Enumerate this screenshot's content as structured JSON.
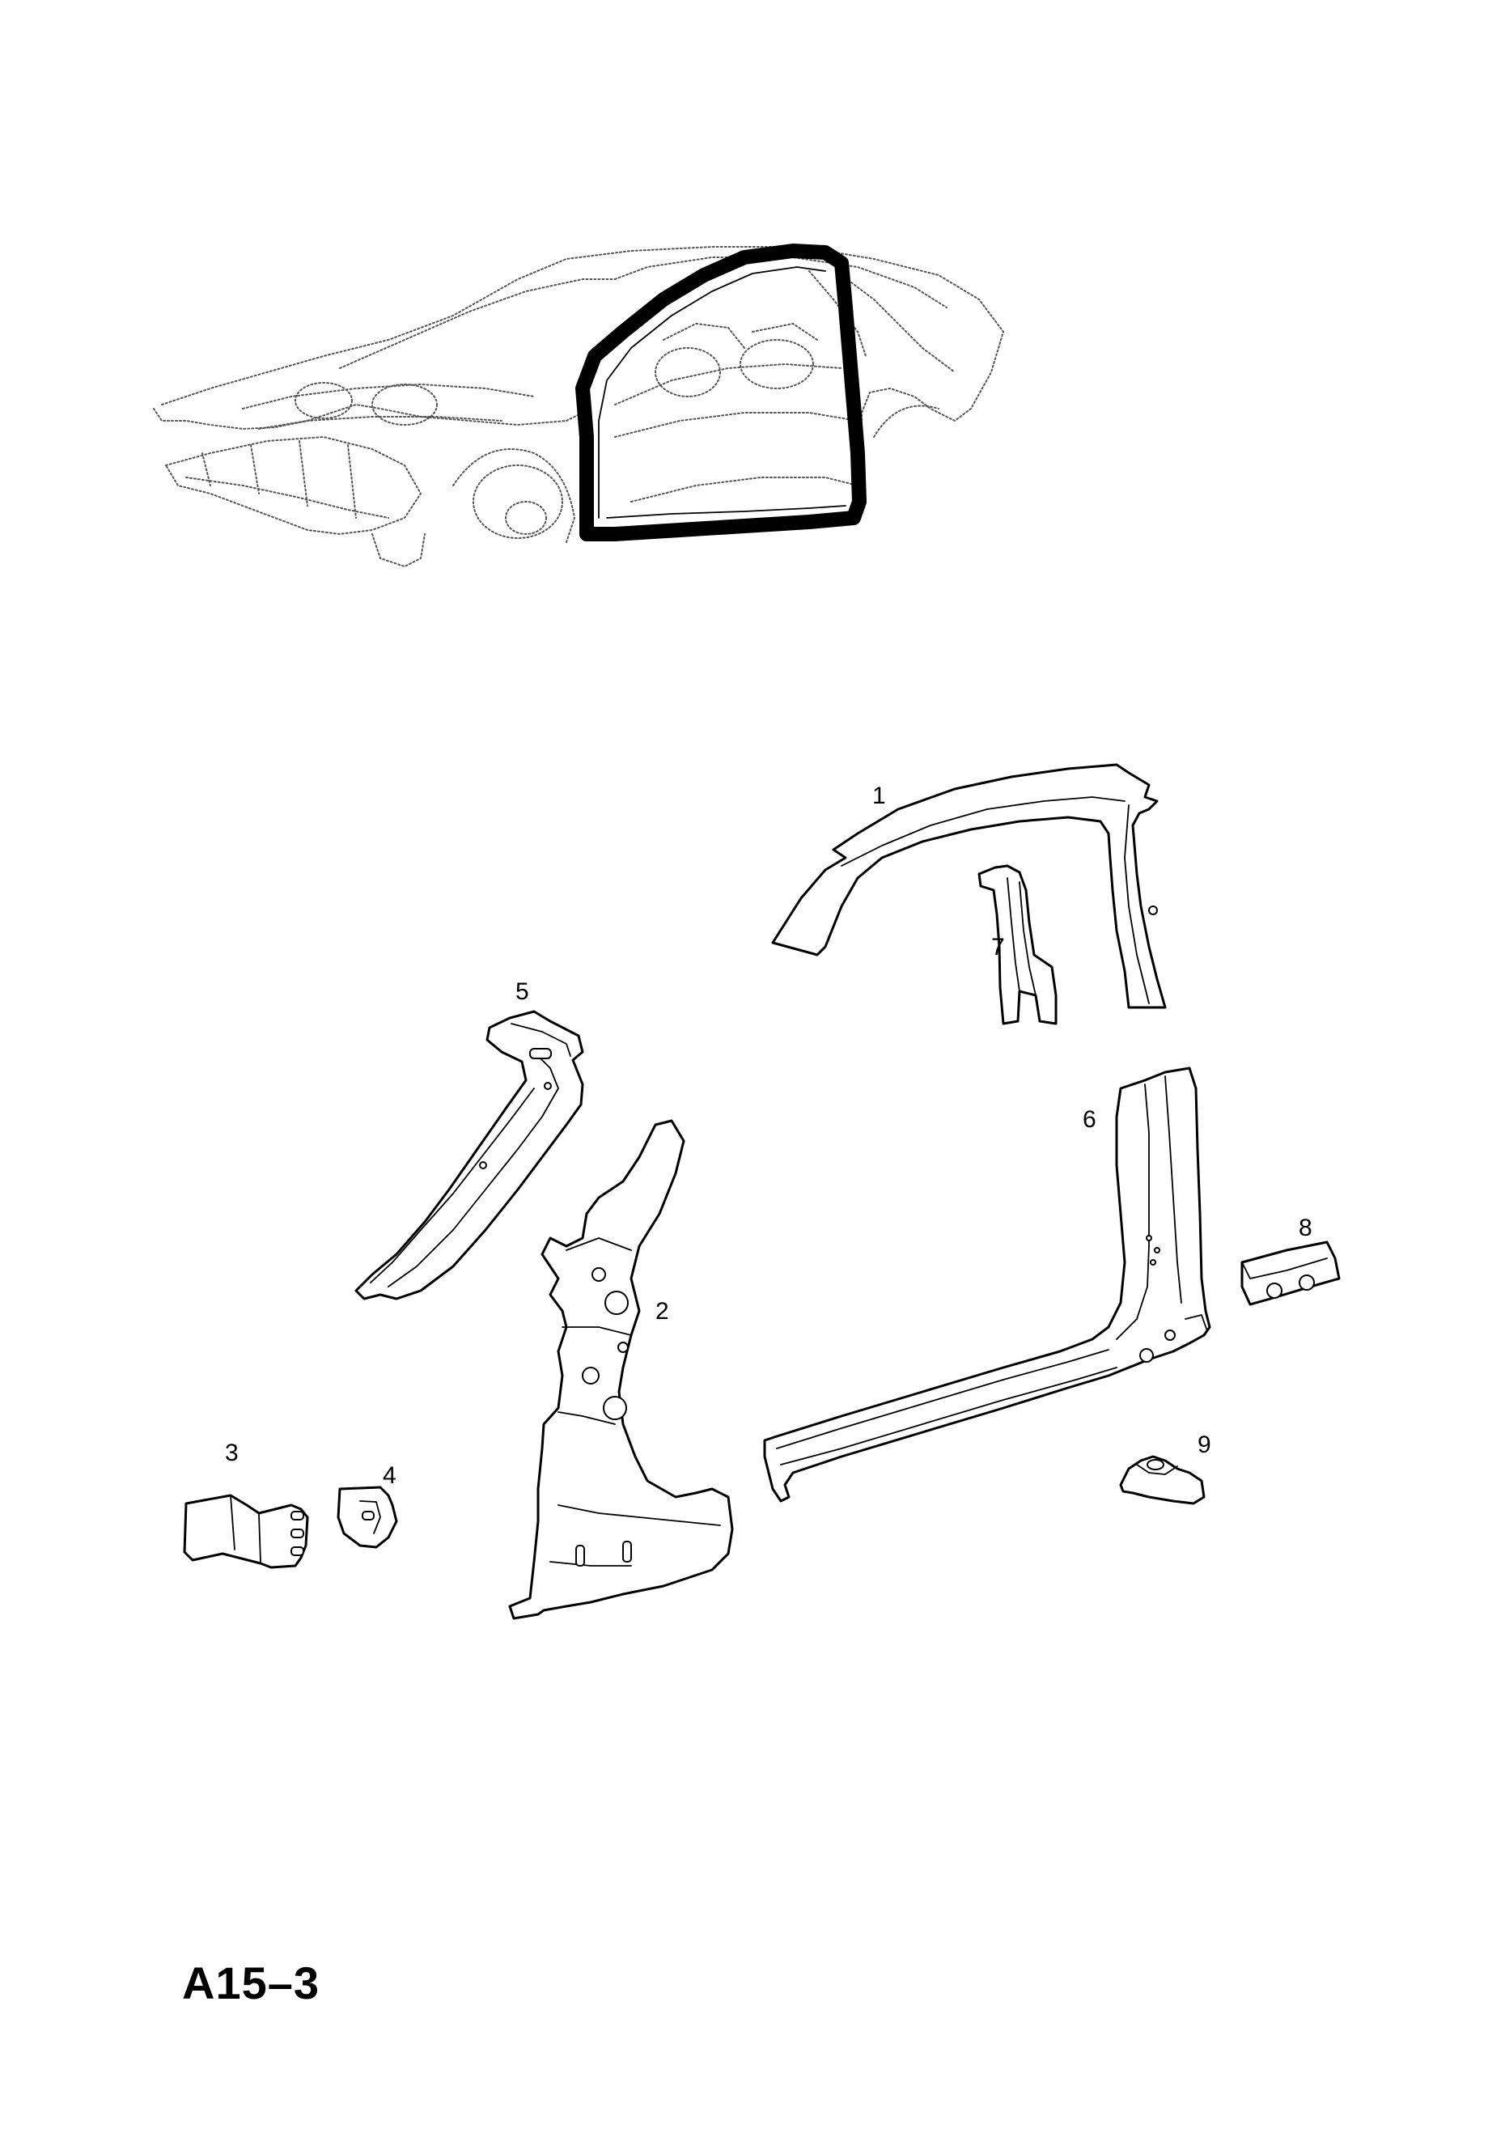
{
  "page_code": "A15–3",
  "parts": [
    {
      "number": "1"
    },
    {
      "number": "2"
    },
    {
      "number": "3"
    },
    {
      "number": "4"
    },
    {
      "number": "5"
    },
    {
      "number": "6"
    },
    {
      "number": "7"
    },
    {
      "number": "8"
    },
    {
      "number": "9"
    }
  ]
}
